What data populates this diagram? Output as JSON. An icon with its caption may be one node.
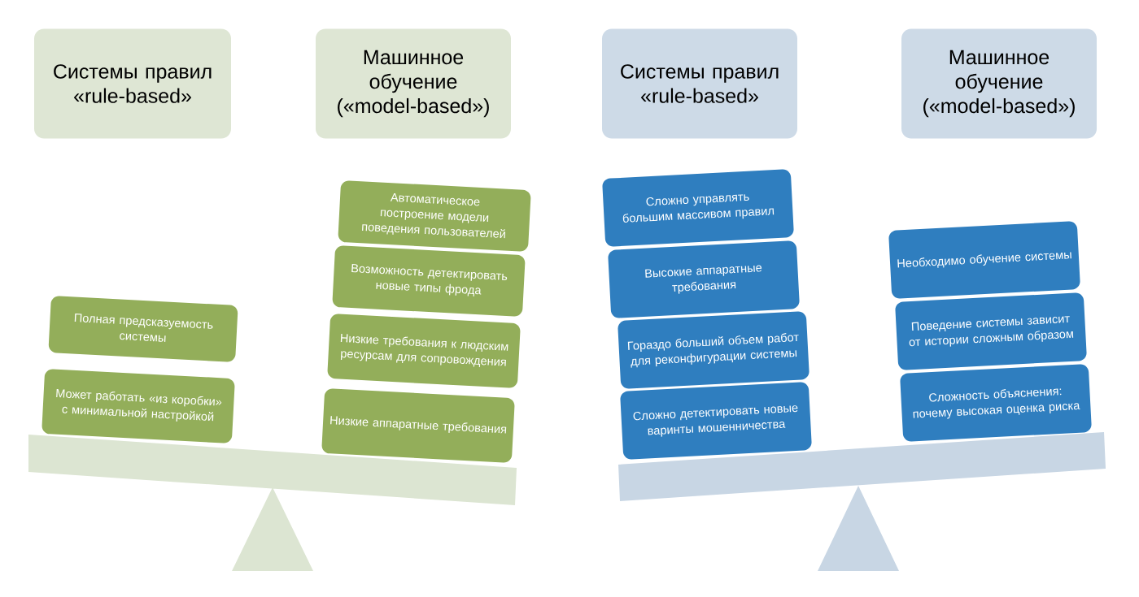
{
  "diagram": {
    "nodes": [
      {
        "text": [
          "Системы правил «rule-based»"
        ]
      },
      {
        "text": [
          "Машинное обучение («model-based»)"
        ]
      },
      {
        "text": [
          "Системы правил «rule-based»"
        ]
      },
      {
        "text": [
          "Машинное обучение («model-based»)"
        ]
      },
      {
        "text": [
          "Полная предсказуемость системы"
        ]
      },
      {
        "text": [
          "Может работать «из коробки» с минимальной настройкой"
        ]
      },
      {
        "text": [
          "Автоматическое построение модели поведения пользователей"
        ]
      },
      {
        "text": [
          "Возможность детектировать новые типы фрода"
        ]
      },
      {
        "text": [
          "Низкие требования к людским ресурсам для сопровождения"
        ]
      },
      {
        "text": [
          "Низкие аппаратные требования"
        ]
      },
      {
        "text": [
          "Сложно управлять большим массивом правил"
        ]
      },
      {
        "text": [
          "Высокие аппаратные требования"
        ]
      },
      {
        "text": [
          "Гораздо больший объем работ для реконфигурации системы"
        ]
      },
      {
        "text": [
          "Сложно детектировать новые варинты мошенничества"
        ]
      },
      {
        "text": [
          "Необходимо обучение системы"
        ]
      },
      {
        "text": [
          "Поведение системы зависит от истории сложным образом"
        ]
      },
      {
        "text": [
          "Сложность объяснения: почему высокая оценка риска"
        ]
      }
    ]
  }
}
